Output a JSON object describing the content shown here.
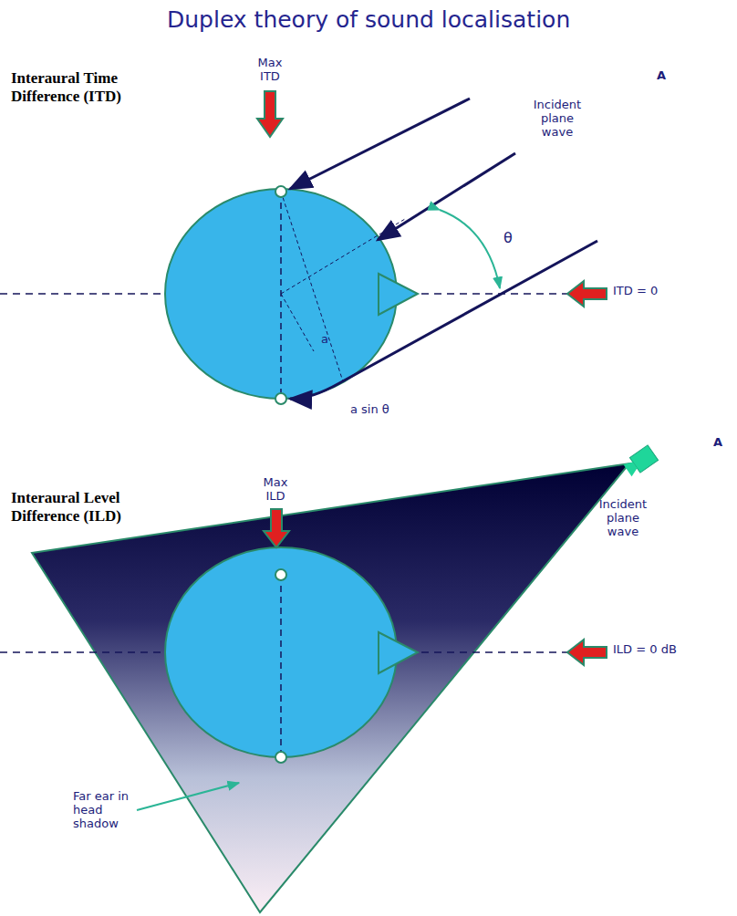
{
  "diagram": {
    "title": "Duplex theory of sound localisation",
    "labels": [
      "Interaural Time Difference (ITD)",
      "Max ITD",
      "A",
      "Incident plane wave",
      "θ",
      "ITD = 0",
      "a",
      "a sin θ",
      "Interaural Level Difference (ILD)",
      "Max ILD",
      "A",
      "Incident plane wave",
      "ILD = 0 dB",
      "Far ear in head shadow"
    ]
  }
}
